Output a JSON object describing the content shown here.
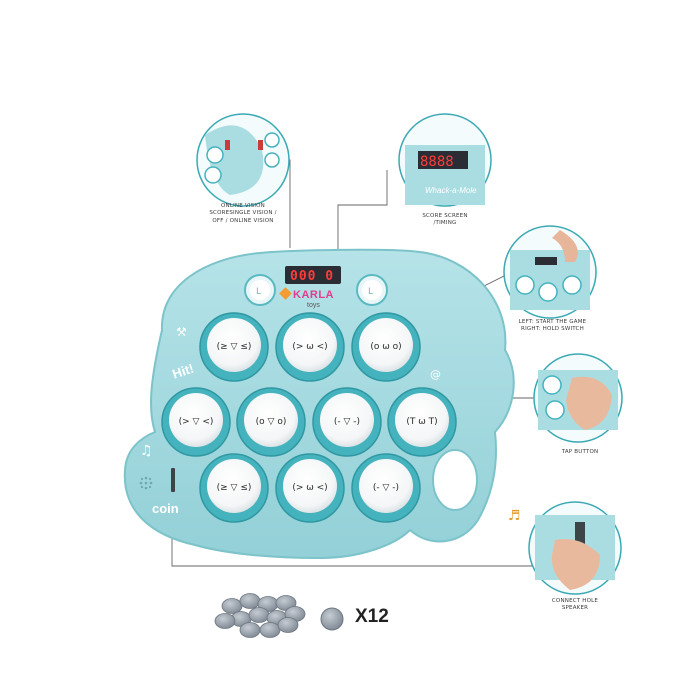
{
  "device": {
    "score_display": "000 0",
    "logo_brand": "KARLA",
    "logo_sub": "toys",
    "hit_text": "Hit!",
    "coin_text": "coin",
    "faces": [
      "(≥ ▽ ≤)",
      "(> ω <)",
      "(o ω o)",
      "(> ▽ <)",
      "(o ▽ o)",
      "(- ▽ -)",
      "(T ω T)",
      "(≥ ▽ ≤)",
      "(> ω <)",
      "(- ▽ -)"
    ]
  },
  "callouts": {
    "vision": "ONLINE VISION\nSCORESINGLE VISION /\nOFF / ONLINE VISION",
    "score": "SCORE SCREEN\n/TIMING",
    "start": "LEFT: START THE GAME\nRIGHT: HOLD SWITCH",
    "tap": "TAP BUTTON",
    "speaker": "CONNECT HOLE\nSPEAKER"
  },
  "coins": {
    "quantity_label": "X12"
  },
  "colors": {
    "device_body": "#9ed7dd",
    "device_edge": "#7cc3ca",
    "button_ring": "#45b3bd",
    "button_face": "#ffffff",
    "leader_line": "#555555",
    "circle_outline": "#3aa9b3",
    "coin": "#9aa3ae"
  }
}
